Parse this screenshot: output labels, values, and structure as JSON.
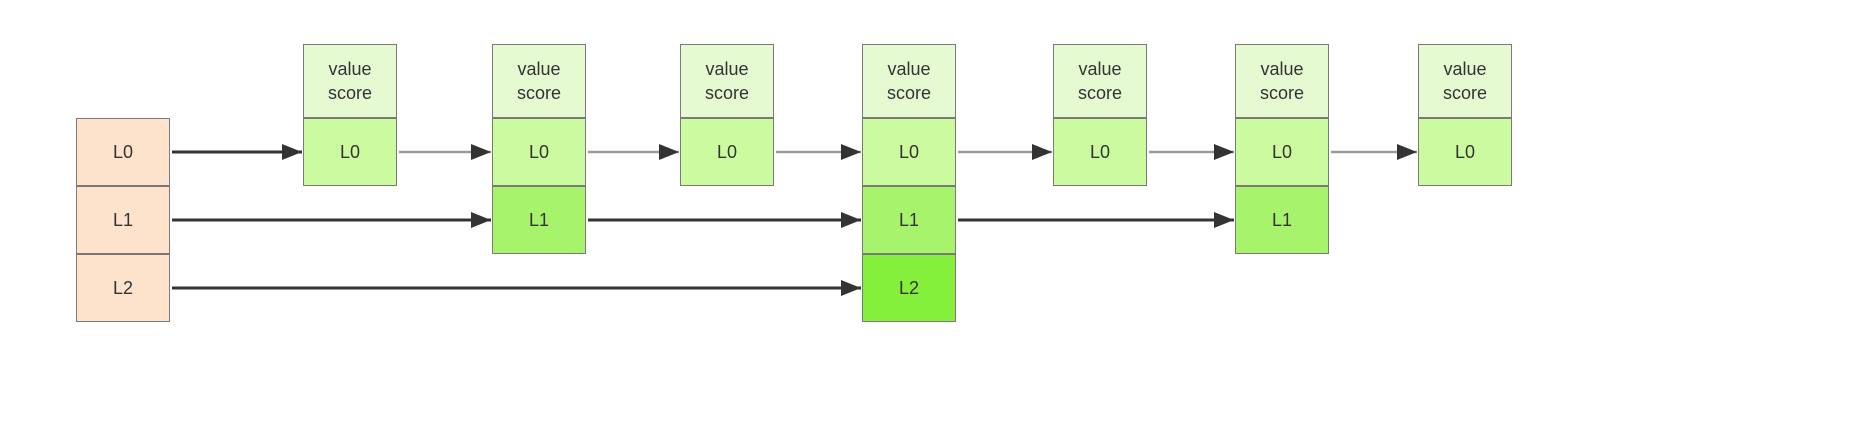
{
  "colors": {
    "header_fill": "#e6fad2",
    "level0_fill": "#ccfa9f",
    "level1_fill": "#a8f36c",
    "level2_fill": "#84f03c",
    "head_fill": "#fde2cc",
    "border": "#7a7a7a",
    "pointer_dark": "#333333",
    "pointer_light": "#999999"
  },
  "head": {
    "levels": [
      "L0",
      "L1",
      "L2"
    ]
  },
  "nodes": [
    {
      "value_label": "value",
      "score_label": "score",
      "levels": [
        "L0"
      ]
    },
    {
      "value_label": "value",
      "score_label": "score",
      "levels": [
        "L0",
        "L1"
      ]
    },
    {
      "value_label": "value",
      "score_label": "score",
      "levels": [
        "L0"
      ]
    },
    {
      "value_label": "value",
      "score_label": "score",
      "levels": [
        "L0",
        "L1",
        "L2"
      ]
    },
    {
      "value_label": "value",
      "score_label": "score",
      "levels": [
        "L0"
      ]
    },
    {
      "value_label": "value",
      "score_label": "score",
      "levels": [
        "L0",
        "L1"
      ]
    },
    {
      "value_label": "value",
      "score_label": "score",
      "levels": [
        "L0"
      ]
    }
  ]
}
